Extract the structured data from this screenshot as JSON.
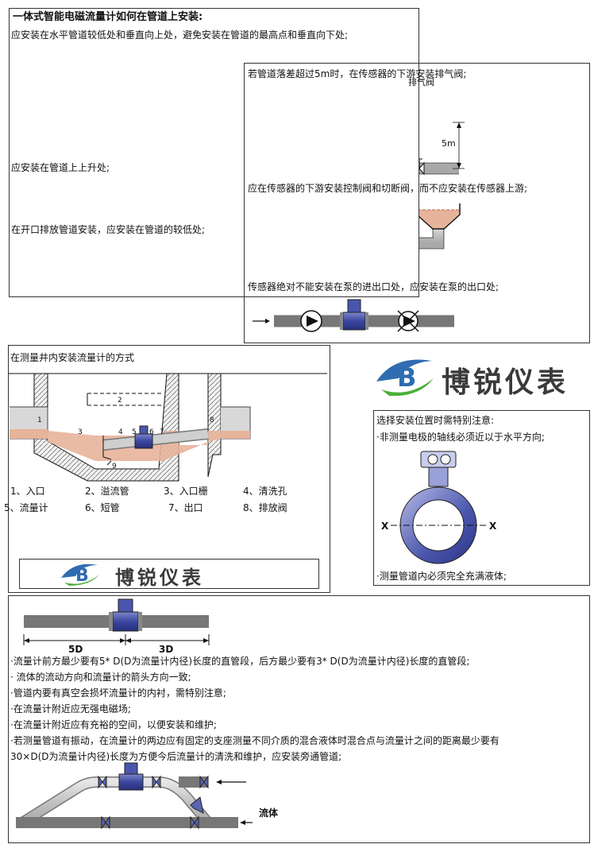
{
  "brand": {
    "name": "博锐仪表",
    "colors": {
      "blue": "#2f6db0",
      "green": "#4caf3a",
      "pipe": "#c9c9c9",
      "liquid": "#e7b39a"
    }
  },
  "panel1": {
    "title": "一体式智能电磁流量计如何在管道上安装:",
    "line1": "应安装在水平管道较低处和垂直向上处，避免安装在管道的最高点和垂直向下处;",
    "line2": "应安装在管道上上升处;",
    "line3": "在开口排放管道安装，应安装在管道的较低处;"
  },
  "panel2": {
    "line1": "若管道落差超过5m时，在传感器的下游安装排气阀;",
    "valve_label": "排气阀",
    "height_label": "5m",
    "line2": "应在传感器的下游安装控制阀和切断阀，而不应安装在传感器上游;",
    "line3": "传感器绝对不能安装在泵的进出口处，应安装在泵的出口处;"
  },
  "panel3": {
    "title": "在测量井内安装流量计的方式",
    "nums": [
      "1",
      "2",
      "3",
      "4",
      "5",
      "6",
      "7",
      "8",
      "9"
    ],
    "legend": [
      "1、入口",
      "2、溢流管",
      "3、入口栅",
      "4、清洗孔",
      "5、流量计",
      "6、短管",
      "7、出口",
      "8、排放阀"
    ]
  },
  "panel4": {
    "line1": "选择安装位置时需特别注意:",
    "line2": "·非测量电极的轴线必须近以于水平方向;",
    "axis_left": "X",
    "axis_right": "X",
    "line3": "·测量管道内必须完全充满液体;"
  },
  "panel5": {
    "dim_5d": "5D",
    "dim_3d": "3D",
    "lines": [
      "·流量计前方最少要有5* D(D为流量计内径)长度的直管段，后方最少要有3* D(D为流量计内径)长度的直管段;",
      "· 流体的流动方向和流量计的箭头方向一致;",
      "·管道内要有真空会损坏流量计的内衬，需特别注意;",
      "·在流量计附近应无强电磁场;",
      "·在流量计附近应有充裕的空间，以便安装和维护;",
      "·若测量管道有振动，在流量计的两边应有固定的支座测量不同介质的混合液体时混合点与流量计之间的距离最少要有",
      "30×D(D为流量计内径)长度为方便今后流量计的清洗和维护，应安装旁通管道;"
    ],
    "flow_label": "流体"
  }
}
